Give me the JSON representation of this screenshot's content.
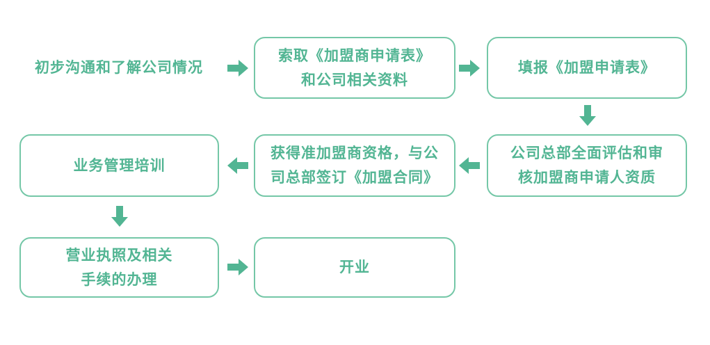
{
  "colors": {
    "text": "#52b593",
    "border": "#74c7a7",
    "arrow": "#52b593",
    "background": "#ffffff"
  },
  "flowchart": {
    "type": "flowchart",
    "steps": [
      {
        "id": "initial-communication",
        "boxed": false,
        "lines": [
          "初步沟通和了解公司情况"
        ]
      },
      {
        "id": "request-application-form",
        "boxed": true,
        "lines": [
          "索取《加盟商申请表》",
          "和公司相关资料"
        ]
      },
      {
        "id": "fill-application-form",
        "boxed": true,
        "lines": [
          "填报《加盟申请表》"
        ]
      },
      {
        "id": "hq-evaluation",
        "boxed": true,
        "lines": [
          "公司总部全面评估和审",
          "核加盟商申请人资质"
        ]
      },
      {
        "id": "sign-franchise-contract",
        "boxed": true,
        "lines": [
          "获得准加盟商资格，与公",
          "司总部签订《加盟合同》"
        ]
      },
      {
        "id": "business-training",
        "boxed": true,
        "lines": [
          "业务管理培训"
        ]
      },
      {
        "id": "license-processing",
        "boxed": true,
        "lines": [
          "营业执照及相关",
          "手续的办理"
        ]
      },
      {
        "id": "opening",
        "boxed": true,
        "lines": [
          "开业"
        ]
      }
    ],
    "connectors": [
      {
        "from": "initial-communication",
        "to": "request-application-form",
        "direction": "right"
      },
      {
        "from": "request-application-form",
        "to": "fill-application-form",
        "direction": "right"
      },
      {
        "from": "fill-application-form",
        "to": "hq-evaluation",
        "direction": "down"
      },
      {
        "from": "hq-evaluation",
        "to": "sign-franchise-contract",
        "direction": "left"
      },
      {
        "from": "sign-franchise-contract",
        "to": "business-training",
        "direction": "left"
      },
      {
        "from": "business-training",
        "to": "license-processing",
        "direction": "down"
      },
      {
        "from": "license-processing",
        "to": "opening",
        "direction": "right"
      }
    ]
  }
}
